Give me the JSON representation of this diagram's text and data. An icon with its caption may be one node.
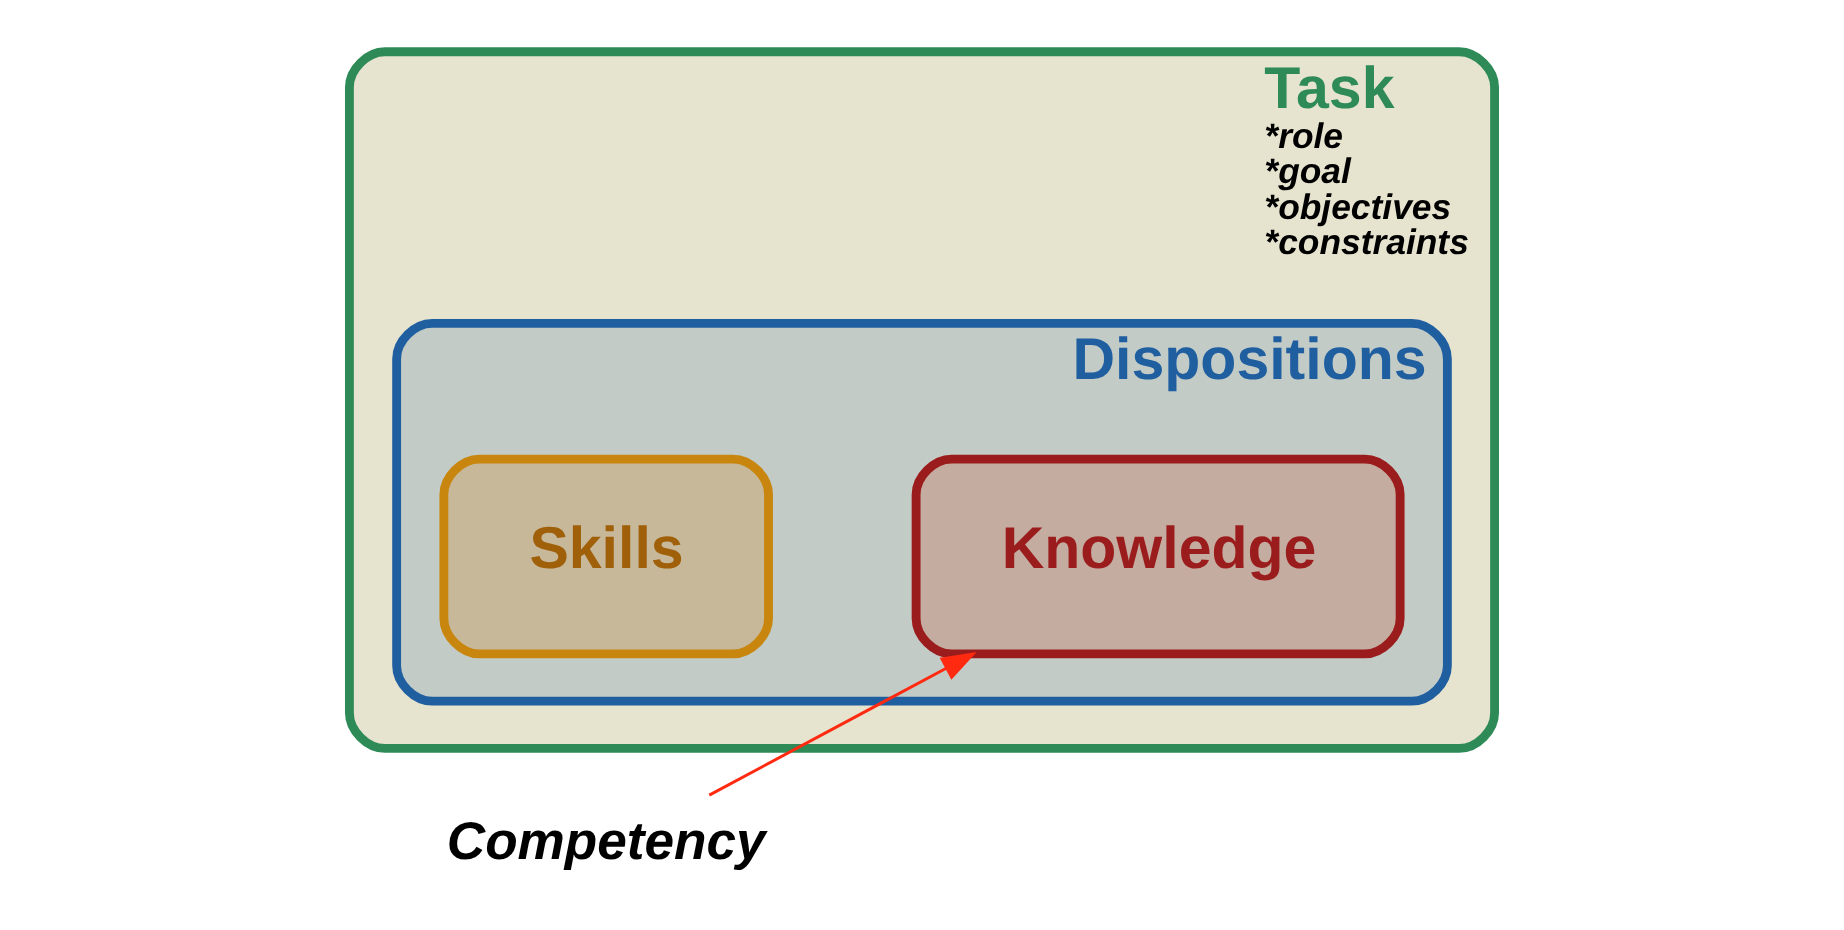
{
  "diagram": {
    "nodes": [
      {
        "text": [
          "Task",
          "*role",
          "*goal",
          "*objectives",
          "*constraints"
        ]
      },
      {
        "text": [
          "Dispositions"
        ],
        "in": 0
      },
      {
        "text": [
          "Knowledge"
        ],
        "in": 1
      },
      {
        "text": [
          "Skills"
        ],
        "in": 1
      },
      {
        "text": [
          "Competency"
        ]
      }
    ],
    "edges": [
      {
        "from": 4,
        "to": 2,
        "arrow": "to",
        "color": "#ff2a10"
      }
    ]
  }
}
